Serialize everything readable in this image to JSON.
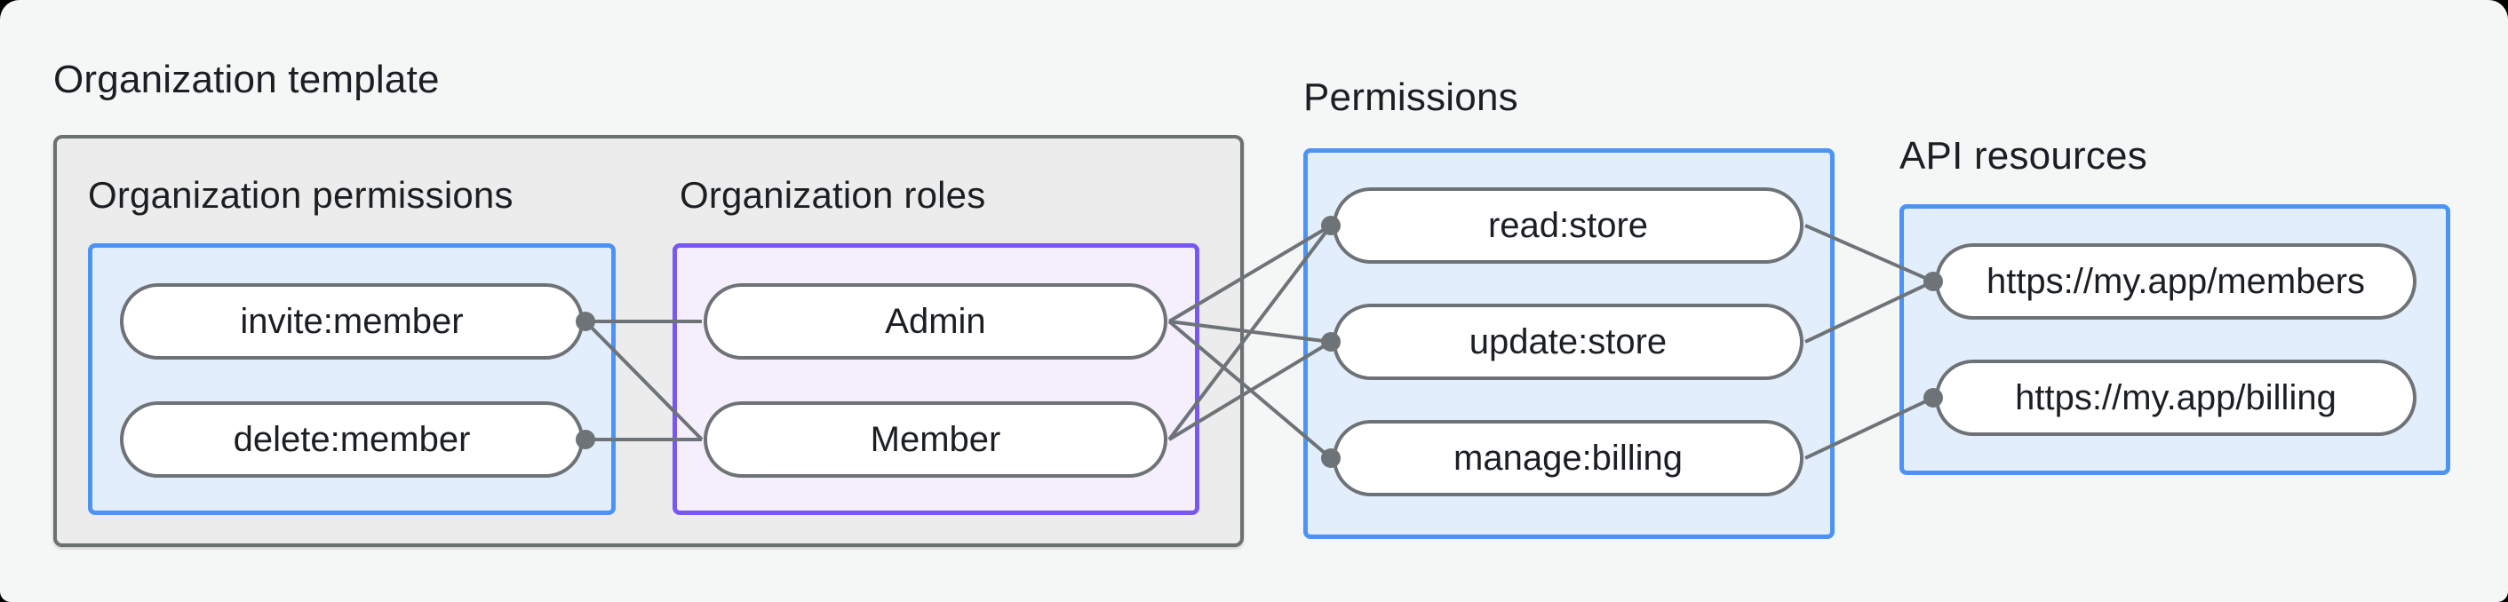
{
  "organization_template": {
    "label": "Organization template",
    "permissions_group": {
      "label": "Organization permissions",
      "items": [
        "invite:member",
        "delete:member"
      ]
    },
    "roles_group": {
      "label": "Organization roles",
      "items": [
        "Admin",
        "Member"
      ]
    }
  },
  "permissions_group": {
    "label": "Permissions",
    "items": [
      "read:store",
      "update:store",
      "manage:billing"
    ]
  },
  "api_resources_group": {
    "label": "API resources",
    "items": [
      "https://my.app/members",
      "https://my.app/billing"
    ]
  },
  "connections": [
    {
      "from": "invite:member",
      "to": "Admin",
      "dot_at": "from"
    },
    {
      "from": "invite:member",
      "to": "Member",
      "dot_at": "from"
    },
    {
      "from": "delete:member",
      "to": "Member",
      "dot_at": "from"
    },
    {
      "from": "Admin",
      "to": "read:store",
      "dot_at": "to"
    },
    {
      "from": "Admin",
      "to": "update:store",
      "dot_at": "to"
    },
    {
      "from": "Admin",
      "to": "manage:billing",
      "dot_at": "to"
    },
    {
      "from": "Member",
      "to": "read:store",
      "dot_at": "to"
    },
    {
      "from": "Member",
      "to": "update:store",
      "dot_at": "to"
    },
    {
      "from": "read:store",
      "to": "https://my.app/members",
      "dot_at": "to"
    },
    {
      "from": "update:store",
      "to": "https://my.app/members",
      "dot_at": "to"
    },
    {
      "from": "manage:billing",
      "to": "https://my.app/billing",
      "dot_at": "to"
    }
  ],
  "colors": {
    "panel_background": "#f5f6f6",
    "template_box_fill": "#ebeceb",
    "template_box_border": "#6b7070",
    "blue_box_fill": "#e2eefb",
    "blue_box_border": "#4b93f7",
    "purple_box_fill": "#f4eefd",
    "purple_box_border": "#7857f2",
    "node_fill": "#ffffff",
    "node_border": "#6e7276",
    "connector": "#6e7377",
    "text": "#1b1f23"
  }
}
